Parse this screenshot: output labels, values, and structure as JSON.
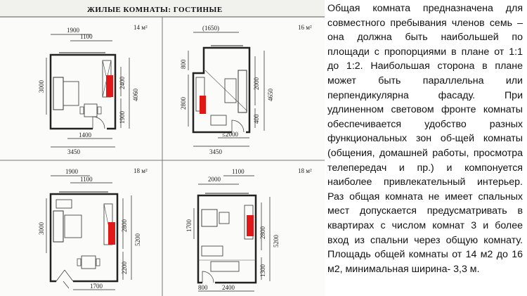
{
  "header": {
    "title": "ЖИЛЫЕ КОМНАТЫ: ГОСТИНЫЕ"
  },
  "plans": [
    {
      "area": "14 м²",
      "dims": {
        "top_a": "1900",
        "top_b": "1100",
        "left": "3000",
        "right_a": "2400",
        "right_b": "4060",
        "right_c": "1900",
        "bottom_a": "1400",
        "bottom_b": "3450"
      }
    },
    {
      "area": "16 м²",
      "dims": {
        "top": "(1650)",
        "left_a": "800",
        "left_b": "2800",
        "right_a": "2000",
        "right_b": "4650",
        "right_c": "400",
        "bottom_a": "≤2000",
        "bottom_b": "3450"
      }
    },
    {
      "area": "18 м²",
      "dims": {
        "top_a": "1900",
        "top_b": "1100",
        "left": "3000",
        "right_a": "2800",
        "right_b": "5200",
        "right_c": "2200",
        "bottom_a": "1700"
      }
    },
    {
      "area": "18 м²",
      "dims": {
        "top_a": "1100",
        "top_b": "2000",
        "left": "1700",
        "right_a": "2800",
        "right_b": "5200",
        "right_c": "1300",
        "bottom_a": "800",
        "bottom_b": "2400"
      }
    }
  ],
  "text": "Общая комната предназначена для совместного пребывания членов семь – она должна быть наибольшей по площади с пропорциями в плане от 1:1 до 1:2. Наибольшая сторона в плане может быть параллельна или перпендикулярна фасаду. При удлиненном световом фронте комнаты обеспечивается удобство разных функциональных зон об-щей комнаты (общения, домашней работы, просмотра телепередач и пр.) и компонуется наиболее привлекательный интерьер. Раз общая комната не имеет спальных мест допускается предусматривать в квартирах с числом комнат 3 и более вход из спальни через общую комнату. Площадь общей комнаты от 14 м2 до 16 м2, минимальная ширина- 3,3 м."
}
